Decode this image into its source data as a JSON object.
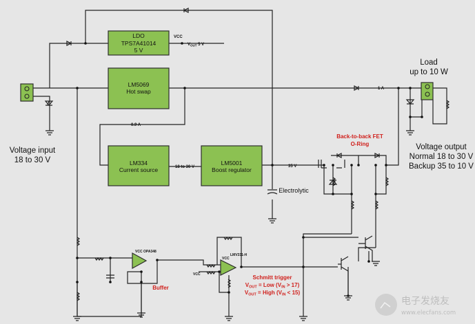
{
  "colors": {
    "background": "#e6e6e6",
    "block_fill": "#8cc152",
    "annotation": "#d0201c",
    "wire": "#222222"
  },
  "blocks": {
    "ldo": {
      "line1": "LDO",
      "line2": "TPS7A41014",
      "line3": "5 V"
    },
    "hotswap": {
      "line1": "LM5069",
      "line2": "Hot swap"
    },
    "current_source": {
      "line1": "LM334",
      "line2": "Current source"
    },
    "boost": {
      "line1": "LM5001",
      "line2": "Boost regulator"
    }
  },
  "labels": {
    "vcc": "VCC",
    "vout_v": "V",
    "vout_sub": "OUT",
    "vout_val": " 5 V",
    "current_09": "0.9 A",
    "current_1": "1 A",
    "v18_30": "18 to 30 V",
    "v35": "35 V",
    "electrolytic": "Electrolytic",
    "opa": "OPA348",
    "lmv": "LMV331-H"
  },
  "input": {
    "title": "Voltage input",
    "range": "18 to 30 V"
  },
  "load": {
    "title": "Load",
    "rating": "up to 10 W"
  },
  "output": {
    "title": "Voltage output",
    "normal": "Normal 18 to 30 V",
    "backup": "Backup 35 to 10 V"
  },
  "annotations": {
    "oring_line1": "Back-to-back FET",
    "oring_line2": "O-Ring",
    "buffer": "Buffer",
    "schmitt": "Schmitt trigger",
    "low": {
      "v": "V",
      "sub": "OUT",
      "mid": " = Low (V",
      "sub2": "IN",
      "end": " > 17)"
    },
    "high": {
      "v": "V",
      "sub": "OUT",
      "mid": " = High (V",
      "sub2": "IN",
      "end": " < 15)"
    }
  },
  "watermark": {
    "cn": "电子发烧友",
    "url": "www.elecfans.com"
  }
}
